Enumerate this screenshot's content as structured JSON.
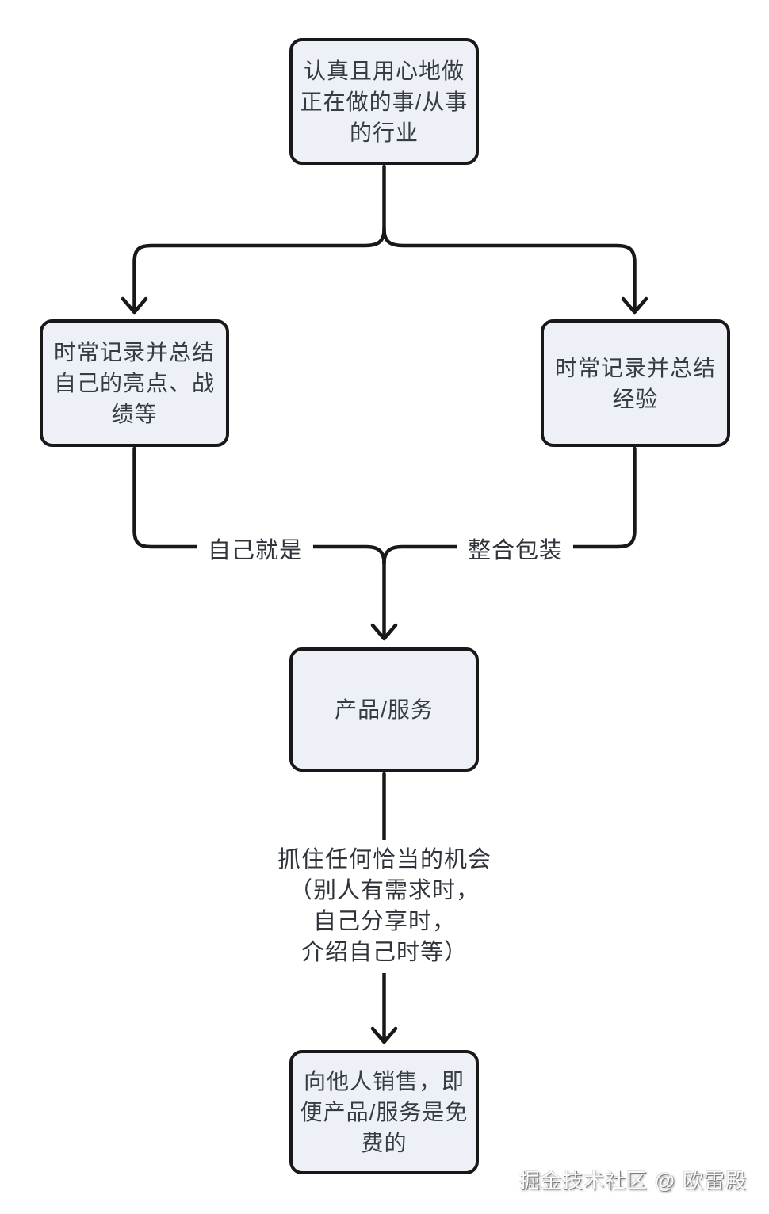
{
  "diagram": {
    "background": "#ffffff",
    "colors": {
      "node_fill": "#eef0f7",
      "node_border": "#181818",
      "connector_line": "#181818",
      "node_text": "#363b44"
    },
    "nodes": [
      {
        "id": "start",
        "label": "认真且用心地做\n正在做的事/从事\n的行业"
      },
      {
        "id": "record-highlights",
        "label": "时常记录并总结\n自己的亮点、战\n绩等"
      },
      {
        "id": "record-experience",
        "label": "时常记录并总结\n经验"
      },
      {
        "id": "product-service",
        "label": "产品/服务"
      },
      {
        "id": "sell",
        "label": "向他人销售，即\n便产品/服务是免\n费的"
      }
    ],
    "edge_labels": [
      {
        "id": "self-is",
        "label": "自己就是"
      },
      {
        "id": "integrate-package",
        "label": "整合包装"
      },
      {
        "id": "seize-opportunity",
        "label": "抓住任何恰当的机会\n（别人有需求时，\n自己分享时，\n介绍自己时等）"
      }
    ],
    "watermark": "掘金技术社区 @ 欧雷殿"
  }
}
